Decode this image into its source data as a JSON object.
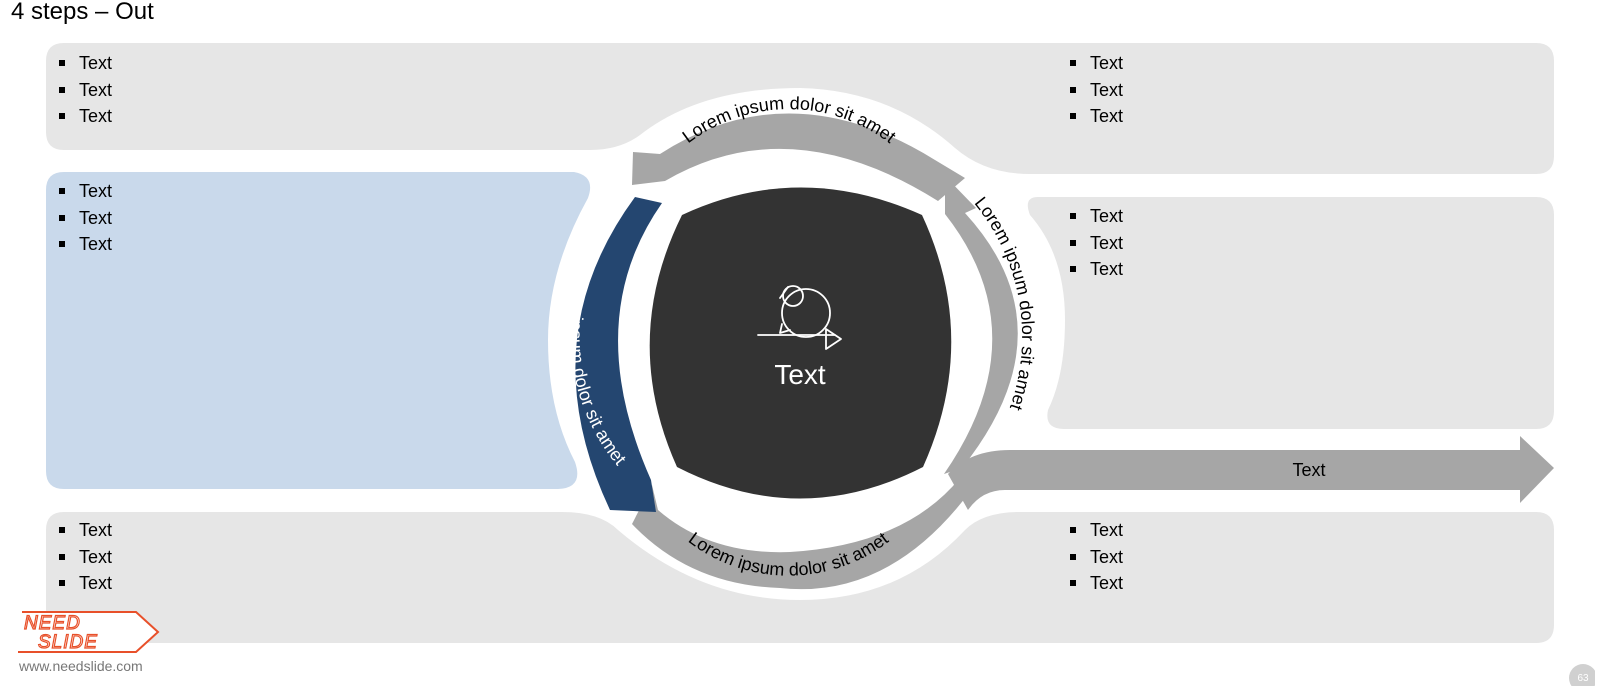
{
  "title": "4 steps – Out",
  "center": {
    "icon": "scrum-cycle-icon",
    "label": "Text"
  },
  "cycle_labels": {
    "top": "Lorem ipsum dolor sit amet",
    "right": "Lorem ipsum dolor sit amet",
    "bottom": "Lorem ipsum dolor sit amet",
    "left": "Lorem ipsum dolor sit amet"
  },
  "output_arrow": {
    "label": "Text"
  },
  "panels": {
    "top_left": [
      "Text",
      "Text",
      "Text"
    ],
    "top_right": [
      "Text",
      "Text",
      "Text"
    ],
    "middle_left": [
      "Text",
      "Text",
      "Text"
    ],
    "middle_right": [
      "Text",
      "Text",
      "Text"
    ],
    "bottom_left": [
      "Text",
      "Text",
      "Text"
    ],
    "bottom_right": [
      "Text",
      "Text",
      "Text"
    ]
  },
  "branding": {
    "logo_line1": "NEED",
    "logo_line2": "SLIDE",
    "url": "www.needslide.com",
    "page_number": "63"
  },
  "colors": {
    "panel": "#e6e6e6",
    "panel_highlight": "#c9d9eb",
    "arrow_gray": "#a6a6a6",
    "arrow_active": "#244670",
    "center": "#333333",
    "logo": "#e8502a"
  }
}
